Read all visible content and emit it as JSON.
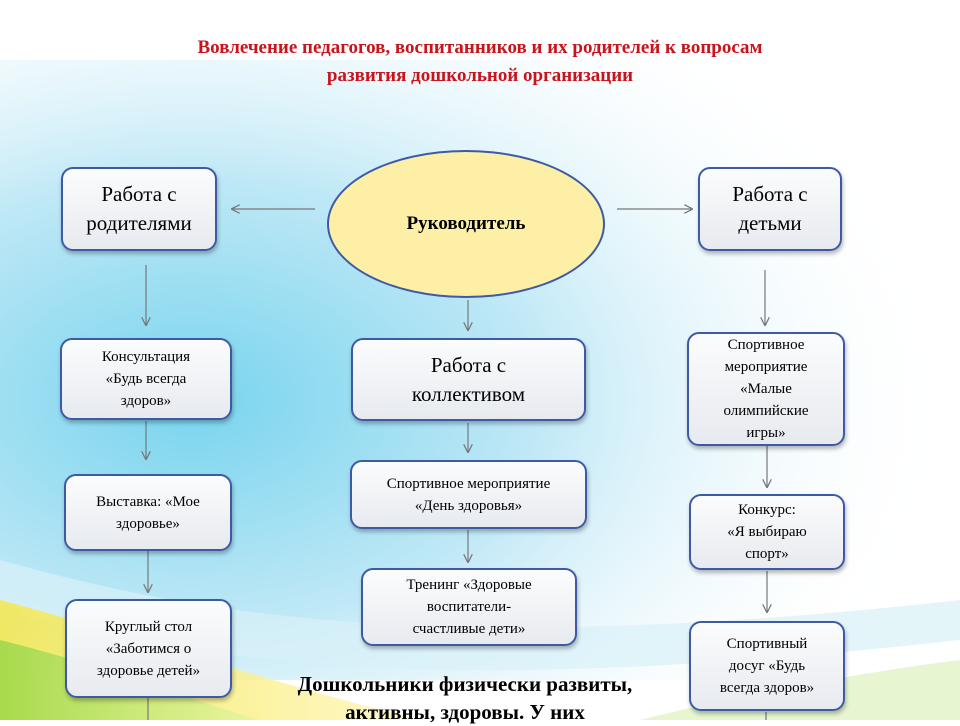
{
  "title": {
    "line1": "Вовлечение педагогов, воспитанников и их родителей к вопросам",
    "line2": "развития дошкольной организации"
  },
  "center": {
    "label": "Руководитель"
  },
  "left": {
    "header": [
      "Работа с",
      "родителями"
    ],
    "items": [
      [
        "Консультация",
        "«Будь всегда",
        "здоров»"
      ],
      [
        "Выставка: «Мое",
        "здоровье»"
      ],
      [
        "Круглый стол",
        "«Заботимся о",
        "здоровье детей»"
      ]
    ]
  },
  "middle": {
    "header": [
      "Работа с",
      "коллективом"
    ],
    "items": [
      [
        "Спортивное мероприятие",
        "«День здоровья»"
      ],
      [
        "Тренинг «Здоровые",
        "воспитатели-",
        "счастливые дети»"
      ]
    ]
  },
  "right": {
    "header": [
      "Работа с",
      "детьми"
    ],
    "items": [
      [
        "Спортивное",
        "мероприятие",
        "«Малые",
        "олимпийские",
        "игры»"
      ],
      [
        "Конкурс:",
        "«Я выбираю",
        "спорт»"
      ],
      [
        "Спортивный",
        "досуг «Будь",
        "всегда здоров»"
      ]
    ]
  },
  "bottom": {
    "line1": "Дошкольники физически развиты,",
    "line2": "активны, здоровы. У них"
  },
  "colors": {
    "title": "#c8141c",
    "box_border": "#3e5aa6",
    "ellipse_fill": "#fdf0a6",
    "arrow": "#777777"
  }
}
